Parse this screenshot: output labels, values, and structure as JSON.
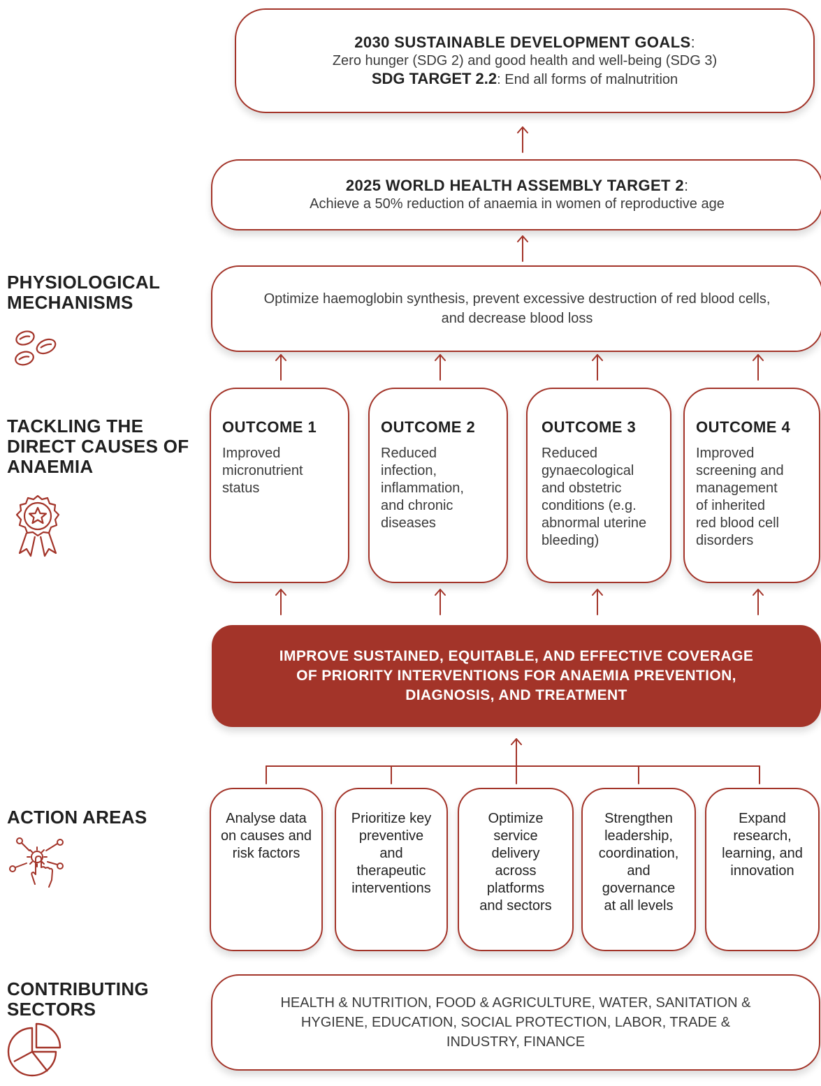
{
  "sdg": {
    "title": "2030 SUSTAINABLE DEVELOPMENT GOALS",
    "line2": "Zero hunger (SDG 2) and good health and well-being (SDG 3)",
    "target_label": "SDG TARGET 2.2",
    "target_text": ": End all forms of malnutrition"
  },
  "wha": {
    "title": "2025 WORLD HEALTH ASSEMBLY TARGET 2",
    "text": "Achieve a 50% reduction of anaemia in women of reproductive age"
  },
  "mechanisms": {
    "label": "PHYSIOLOGICAL\nMECHANISMS",
    "text": "Optimize haemoglobin synthesis, prevent excessive destruction of red blood cells, and decrease blood loss"
  },
  "direct_causes": {
    "label": "TACKLING THE\nDIRECT CAUSES OF\nANAEMIA",
    "outcomes": [
      {
        "title": "OUTCOME 1",
        "text": "Improved\nmicronutrient\nstatus"
      },
      {
        "title": "OUTCOME 2",
        "text": "Reduced\ninfection,\ninflammation,\nand chronic\ndiseases"
      },
      {
        "title": "OUTCOME 3",
        "text": "Reduced\ngynaecological\nand obstetric\nconditions (e.g.\nabnormal uterine\nbleeding)"
      },
      {
        "title": "OUTCOME 4",
        "text": "Improved\nscreening and\nmanagement\nof inherited\nred blood cell\ndisorders"
      }
    ]
  },
  "coverage": {
    "text": "IMPROVE SUSTAINED, EQUITABLE, AND EFFECTIVE COVERAGE OF PRIORITY INTERVENTIONS FOR ANAEMIA PREVENTION, DIAGNOSIS, AND TREATMENT"
  },
  "action_areas": {
    "label": "ACTION AREAS",
    "items": [
      "Analyse data\non causes and\nrisk factors",
      "Prioritize key\npreventive\nand\ntherapeutic\ninterventions",
      "Optimize\nservice\ndelivery\nacross\nplatforms\nand sectors",
      "Strengthen\nleadership,\ncoordination,\nand\ngovernance\nat all levels",
      "Expand\nresearch,\nlearning, and\ninnovation"
    ]
  },
  "sectors": {
    "label": "CONTRIBUTING\nSECTORS",
    "text": "HEALTH & NUTRITION, FOOD & AGRICULTURE, WATER, SANITATION & HYGIENE, EDUCATION, SOCIAL PROTECTION, LABOR, TRADE & INDUSTRY, FINANCE"
  },
  "colors": {
    "accent": "#a33429",
    "text": "#3a3a3a"
  },
  "icons": [
    "red-blood-cells-icon",
    "award-badge-icon",
    "network-hand-icon",
    "pie-chart-icon"
  ]
}
